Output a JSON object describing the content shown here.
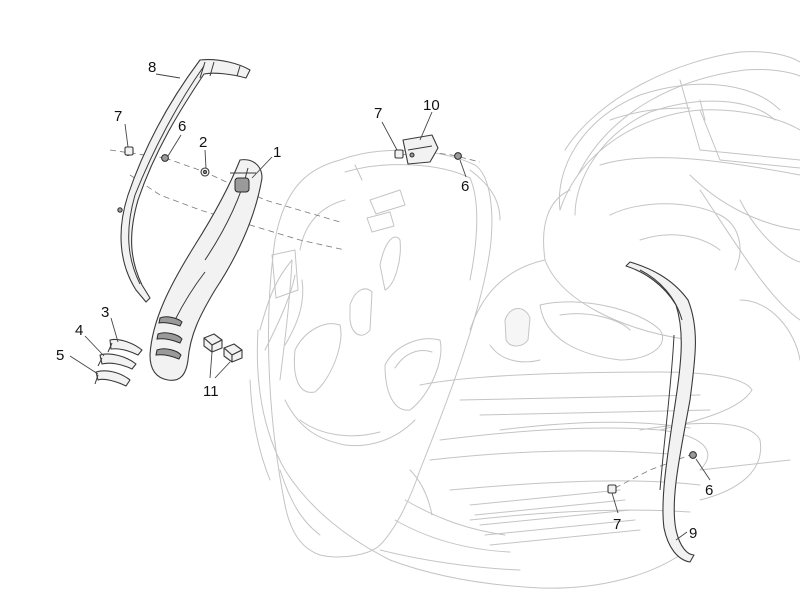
{
  "callouts": [
    {
      "id": "c1",
      "number": "1"
    },
    {
      "id": "c2",
      "number": "2"
    },
    {
      "id": "c3",
      "number": "3"
    },
    {
      "id": "c4",
      "number": "4"
    },
    {
      "id": "c5",
      "number": "5"
    },
    {
      "id": "c6a",
      "number": "6"
    },
    {
      "id": "c6b",
      "number": "6"
    },
    {
      "id": "c6c",
      "number": "6"
    },
    {
      "id": "c7a",
      "number": "7"
    },
    {
      "id": "c7b",
      "number": "7"
    },
    {
      "id": "c7c",
      "number": "7"
    },
    {
      "id": "c8",
      "number": "8"
    },
    {
      "id": "c9",
      "number": "9"
    },
    {
      "id": "c10",
      "number": "10"
    },
    {
      "id": "c11",
      "number": "11"
    }
  ]
}
